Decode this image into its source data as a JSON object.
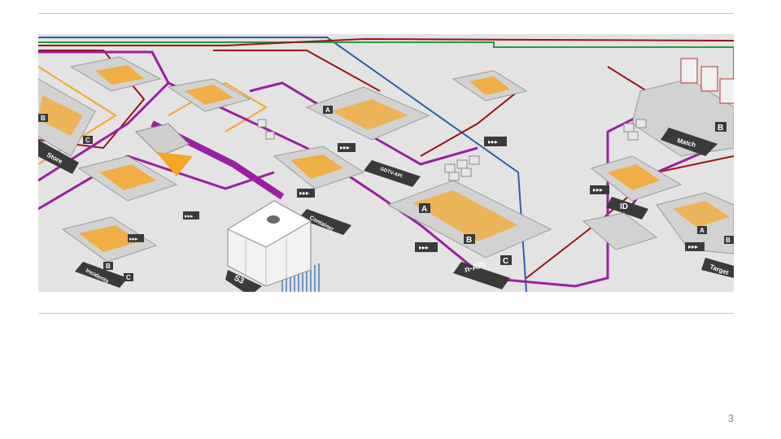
{
  "slide": {
    "number": "3"
  },
  "diagram": {
    "labels": {
      "store": "Store",
      "incidents": "Incidents",
      "container": "Container",
      "gdtv_api": "GDTV-API",
      "n_api": "n-API",
      "match": "Match",
      "id": "ID",
      "target": "Target",
      "s3": "S3",
      "a": "A",
      "b": "B",
      "c": "C"
    }
  },
  "colors": {
    "purple": "#9b1fa3",
    "dark_red": "#9a1212",
    "blue": "#2b5fb0",
    "green": "#2a9a3a",
    "orange": "#f6a623",
    "panel": "#d2d2d2",
    "dark_tag": "#3a3a3a"
  }
}
